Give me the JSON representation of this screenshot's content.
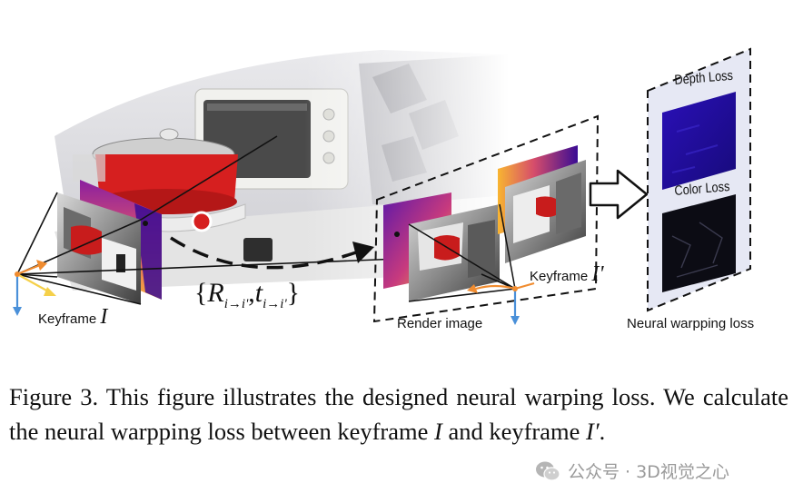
{
  "figure": {
    "keyframe_left_text": "Keyframe",
    "keyframe_left_symbol": "I",
    "keyframe_right_text": "Keyframe",
    "keyframe_right_symbol": "I'",
    "transform": {
      "open": "{",
      "R": "R",
      "R_sub": "i→i'",
      "comma": ",",
      "t": "t",
      "t_sub": "i→i'",
      "close": "}"
    },
    "render_label": "Render image",
    "depth_loss_label": "Depth Loss",
    "color_loss_label": "Color Loss",
    "neural_loss_label": "Neural warpping loss"
  },
  "caption": {
    "prefix": "Figure 3. This figure illustrates the designed neural warping loss. We calculate the neural warpping loss between keyframe ",
    "sym1": "I",
    "middle": " and keyframe ",
    "sym2": "I′",
    "suffix": "."
  },
  "watermark": {
    "text": "公众号 · 3D视觉之心",
    "icon": "wechat-icon"
  },
  "colors": {
    "plasma_dark": "#2a0c8a",
    "plasma_mid": "#c0357f",
    "plasma_bright": "#f8b531",
    "depth_loss_bg": "#1f0a9e",
    "color_loss_bg": "#0c0c14",
    "pot_red": "#d61f1f",
    "arrow_orange": "#f08c30",
    "axis_blue": "#4a90d9",
    "axis_yellow": "#f5d04a"
  }
}
